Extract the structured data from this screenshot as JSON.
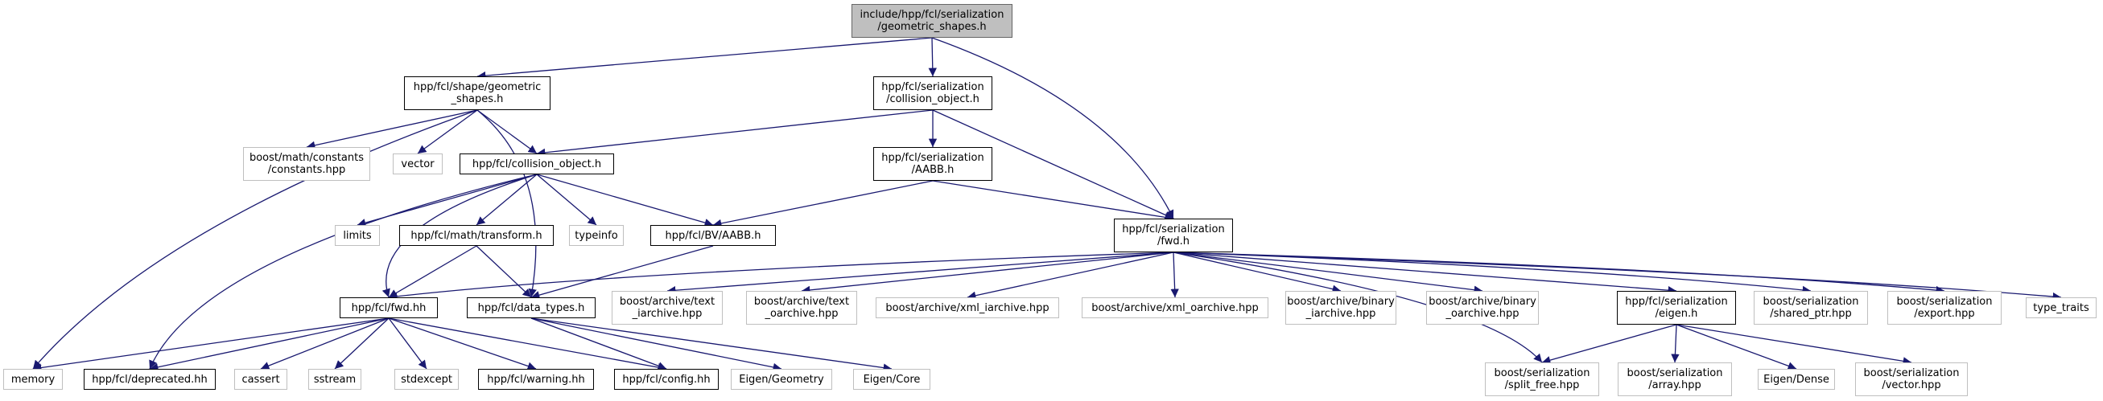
{
  "nodes": [
    {
      "id": "root",
      "label": "include/hpp/fcl/serialization\n/geometric_shapes.h",
      "kind": "root"
    },
    {
      "id": "shape_geom",
      "label": "hpp/fcl/shape/geometric\n_shapes.h",
      "kind": "internal"
    },
    {
      "id": "ser_colobj",
      "label": "hpp/fcl/serialization\n/collision_object.h",
      "kind": "internal"
    },
    {
      "id": "boost_const",
      "label": "boost/math/constants\n/constants.hpp",
      "kind": "external"
    },
    {
      "id": "vector",
      "label": "vector",
      "kind": "external"
    },
    {
      "id": "colobj",
      "label": "hpp/fcl/collision_object.h",
      "kind": "internal"
    },
    {
      "id": "ser_aabb",
      "label": "hpp/fcl/serialization\n/AABB.h",
      "kind": "internal"
    },
    {
      "id": "limits",
      "label": "limits",
      "kind": "external"
    },
    {
      "id": "transform",
      "label": "hpp/fcl/math/transform.h",
      "kind": "internal"
    },
    {
      "id": "typeinfo",
      "label": "typeinfo",
      "kind": "external"
    },
    {
      "id": "bv_aabb",
      "label": "hpp/fcl/BV/AABB.h",
      "kind": "internal"
    },
    {
      "id": "ser_fwd",
      "label": "hpp/fcl/serialization\n/fwd.h",
      "kind": "internal"
    },
    {
      "id": "fwd",
      "label": "hpp/fcl/fwd.hh",
      "kind": "internal"
    },
    {
      "id": "data_types",
      "label": "hpp/fcl/data_types.h",
      "kind": "internal"
    },
    {
      "id": "text_iarch",
      "label": "boost/archive/text\n_iarchive.hpp",
      "kind": "external"
    },
    {
      "id": "text_oarch",
      "label": "boost/archive/text\n_oarchive.hpp",
      "kind": "external"
    },
    {
      "id": "xml_iarch",
      "label": "boost/archive/xml_iarchive.hpp",
      "kind": "external"
    },
    {
      "id": "xml_oarch",
      "label": "boost/archive/xml_oarchive.hpp",
      "kind": "external"
    },
    {
      "id": "bin_iarch",
      "label": "boost/archive/binary\n_iarchive.hpp",
      "kind": "external"
    },
    {
      "id": "bin_oarch",
      "label": "boost/archive/binary\n_oarchive.hpp",
      "kind": "external"
    },
    {
      "id": "ser_eigen",
      "label": "hpp/fcl/serialization\n/eigen.h",
      "kind": "internal"
    },
    {
      "id": "shared_ptr",
      "label": "boost/serialization\n/shared_ptr.hpp",
      "kind": "external"
    },
    {
      "id": "export",
      "label": "boost/serialization\n/export.hpp",
      "kind": "external"
    },
    {
      "id": "type_traits",
      "label": "type_traits",
      "kind": "external"
    },
    {
      "id": "memory",
      "label": "memory",
      "kind": "external"
    },
    {
      "id": "deprecated",
      "label": "hpp/fcl/deprecated.hh",
      "kind": "internal"
    },
    {
      "id": "cassert",
      "label": "cassert",
      "kind": "external"
    },
    {
      "id": "sstream",
      "label": "sstream",
      "kind": "external"
    },
    {
      "id": "stdexcept",
      "label": "stdexcept",
      "kind": "external"
    },
    {
      "id": "warning",
      "label": "hpp/fcl/warning.hh",
      "kind": "internal"
    },
    {
      "id": "config",
      "label": "hpp/fcl/config.hh",
      "kind": "internal"
    },
    {
      "id": "eigen_geom",
      "label": "Eigen/Geometry",
      "kind": "external"
    },
    {
      "id": "eigen_core",
      "label": "Eigen/Core",
      "kind": "external"
    },
    {
      "id": "split_free",
      "label": "boost/serialization\n/split_free.hpp",
      "kind": "external"
    },
    {
      "id": "array",
      "label": "boost/serialization\n/array.hpp",
      "kind": "external"
    },
    {
      "id": "eigen_dense",
      "label": "Eigen/Dense",
      "kind": "external"
    },
    {
      "id": "ser_vector",
      "label": "boost/serialization\n/vector.hpp",
      "kind": "external"
    }
  ],
  "edges": [
    [
      "root",
      "shape_geom"
    ],
    [
      "root",
      "ser_colobj"
    ],
    [
      "root",
      "ser_fwd"
    ],
    [
      "shape_geom",
      "boost_const"
    ],
    [
      "shape_geom",
      "vector"
    ],
    [
      "shape_geom",
      "colobj"
    ],
    [
      "shape_geom",
      "memory"
    ],
    [
      "shape_geom",
      "data_types"
    ],
    [
      "ser_colobj",
      "colobj"
    ],
    [
      "ser_colobj",
      "ser_aabb"
    ],
    [
      "ser_colobj",
      "ser_fwd"
    ],
    [
      "colobj",
      "limits"
    ],
    [
      "colobj",
      "transform"
    ],
    [
      "colobj",
      "typeinfo"
    ],
    [
      "colobj",
      "bv_aabb"
    ],
    [
      "colobj",
      "fwd"
    ],
    [
      "colobj",
      "deprecated"
    ],
    [
      "ser_aabb",
      "bv_aabb"
    ],
    [
      "ser_aabb",
      "ser_fwd"
    ],
    [
      "transform",
      "fwd"
    ],
    [
      "transform",
      "data_types"
    ],
    [
      "bv_aabb",
      "data_types"
    ],
    [
      "ser_fwd",
      "fwd"
    ],
    [
      "ser_fwd",
      "text_iarch"
    ],
    [
      "ser_fwd",
      "text_oarch"
    ],
    [
      "ser_fwd",
      "xml_iarch"
    ],
    [
      "ser_fwd",
      "xml_oarch"
    ],
    [
      "ser_fwd",
      "bin_iarch"
    ],
    [
      "ser_fwd",
      "bin_oarch"
    ],
    [
      "ser_fwd",
      "ser_eigen"
    ],
    [
      "ser_fwd",
      "shared_ptr"
    ],
    [
      "ser_fwd",
      "export"
    ],
    [
      "ser_fwd",
      "type_traits"
    ],
    [
      "ser_fwd",
      "split_free"
    ],
    [
      "fwd",
      "memory"
    ],
    [
      "fwd",
      "deprecated"
    ],
    [
      "fwd",
      "cassert"
    ],
    [
      "fwd",
      "sstream"
    ],
    [
      "fwd",
      "stdexcept"
    ],
    [
      "fwd",
      "warning"
    ],
    [
      "fwd",
      "config"
    ],
    [
      "data_types",
      "config"
    ],
    [
      "data_types",
      "eigen_geom"
    ],
    [
      "data_types",
      "eigen_core"
    ],
    [
      "ser_eigen",
      "split_free"
    ],
    [
      "ser_eigen",
      "array"
    ],
    [
      "ser_eigen",
      "eigen_dense"
    ],
    [
      "ser_eigen",
      "ser_vector"
    ]
  ]
}
